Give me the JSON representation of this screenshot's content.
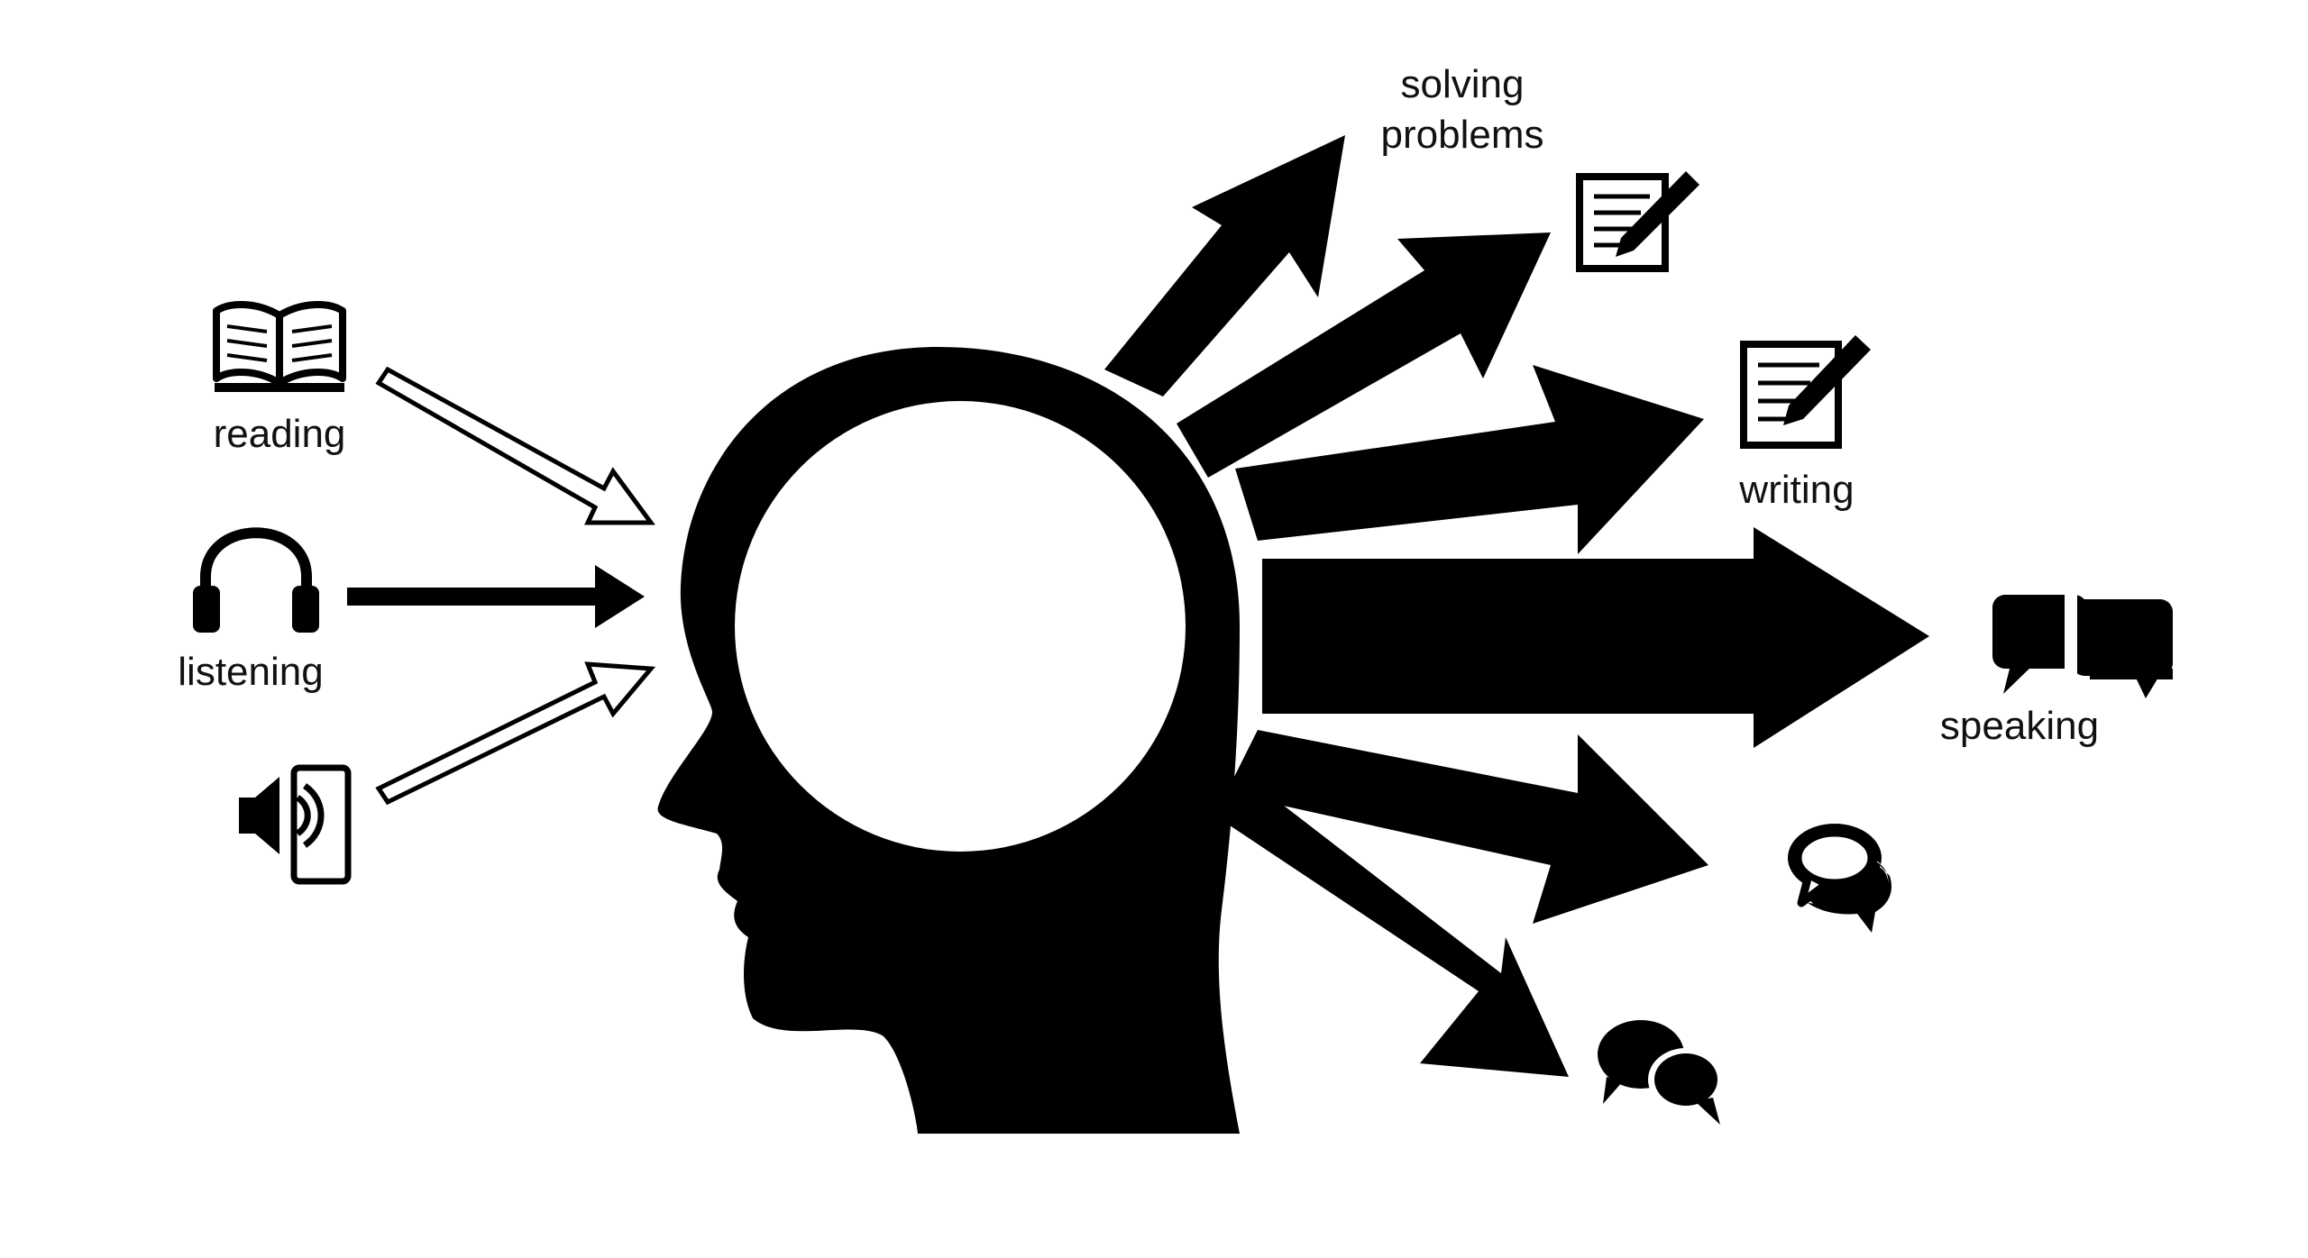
{
  "labels": {
    "reading": "reading",
    "listening": "listening",
    "solving_line1": "solving",
    "solving_line2": "problems",
    "writing": "writing",
    "speaking": "speaking"
  },
  "icons": {
    "inputs": [
      "open-book-icon",
      "headphones-icon",
      "speaker-icon"
    ],
    "outputs": [
      "notepad-pencil-icon",
      "notepad-pencil-icon",
      "chat-bubbles-icon",
      "chat-bubbles-outline-icon",
      "chat-bubbles-icon"
    ]
  },
  "colors": {
    "ink": "#000000",
    "background": "#ffffff"
  }
}
